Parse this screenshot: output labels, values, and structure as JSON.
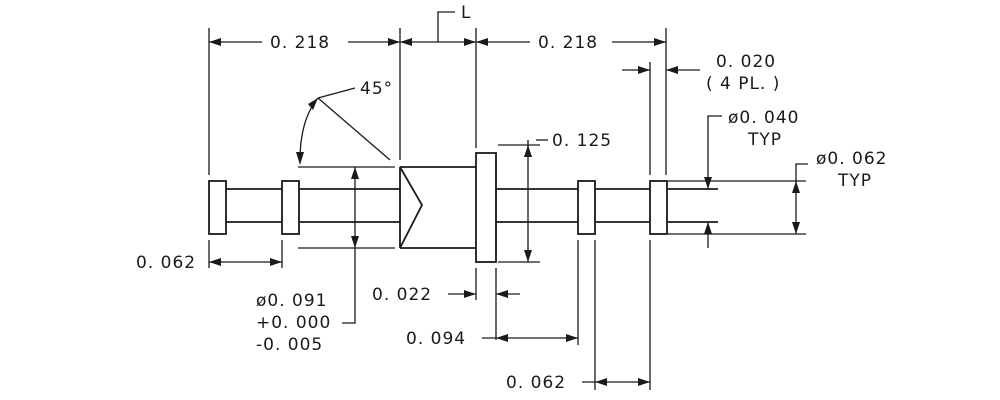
{
  "labels": {
    "datum": "L",
    "left_width": "0. 218",
    "right_width": "0. 218",
    "chamfer_angle": "45°",
    "groove_width_right": "0. 020",
    "groove_count": "( 4 PL. )",
    "flange_thickness": "0. 125",
    "groove_dia": "ø0. 040",
    "groove_dia_typ": "TYP",
    "shaft_dia": "ø0. 062",
    "shaft_dia_typ": "TYP",
    "left_pitch": "0. 062",
    "body_dia": "ø0. 091",
    "body_tol_plus": "+0. 000",
    "body_tol_minus": "-0. 005",
    "flange_width": "0. 022",
    "flange_to_groove": "0. 094",
    "right_pitch": "0. 062"
  }
}
